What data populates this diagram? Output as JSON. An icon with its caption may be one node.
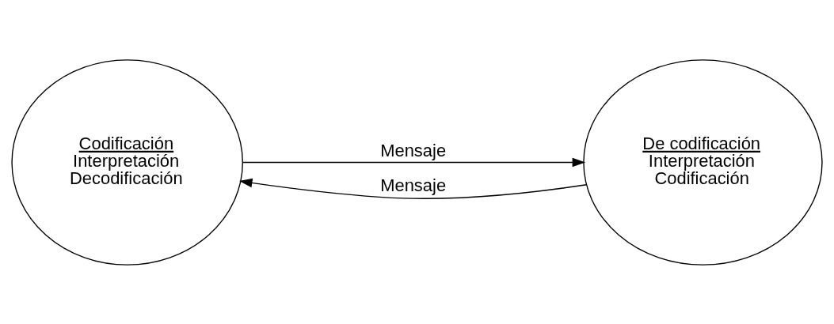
{
  "diagram": {
    "nodes": [
      {
        "text": [
          "Codificación",
          "Interpretación",
          "Decodificación"
        ]
      },
      {
        "text": [
          "De codificación",
          "Interpretación",
          "Codificación"
        ]
      }
    ],
    "edges": [
      {
        "from": 0,
        "to": 1,
        "arrow": "to",
        "label": "Mensaje"
      },
      {
        "from": 1,
        "to": 0,
        "arrow": "to",
        "label": "Mensaje"
      }
    ]
  }
}
